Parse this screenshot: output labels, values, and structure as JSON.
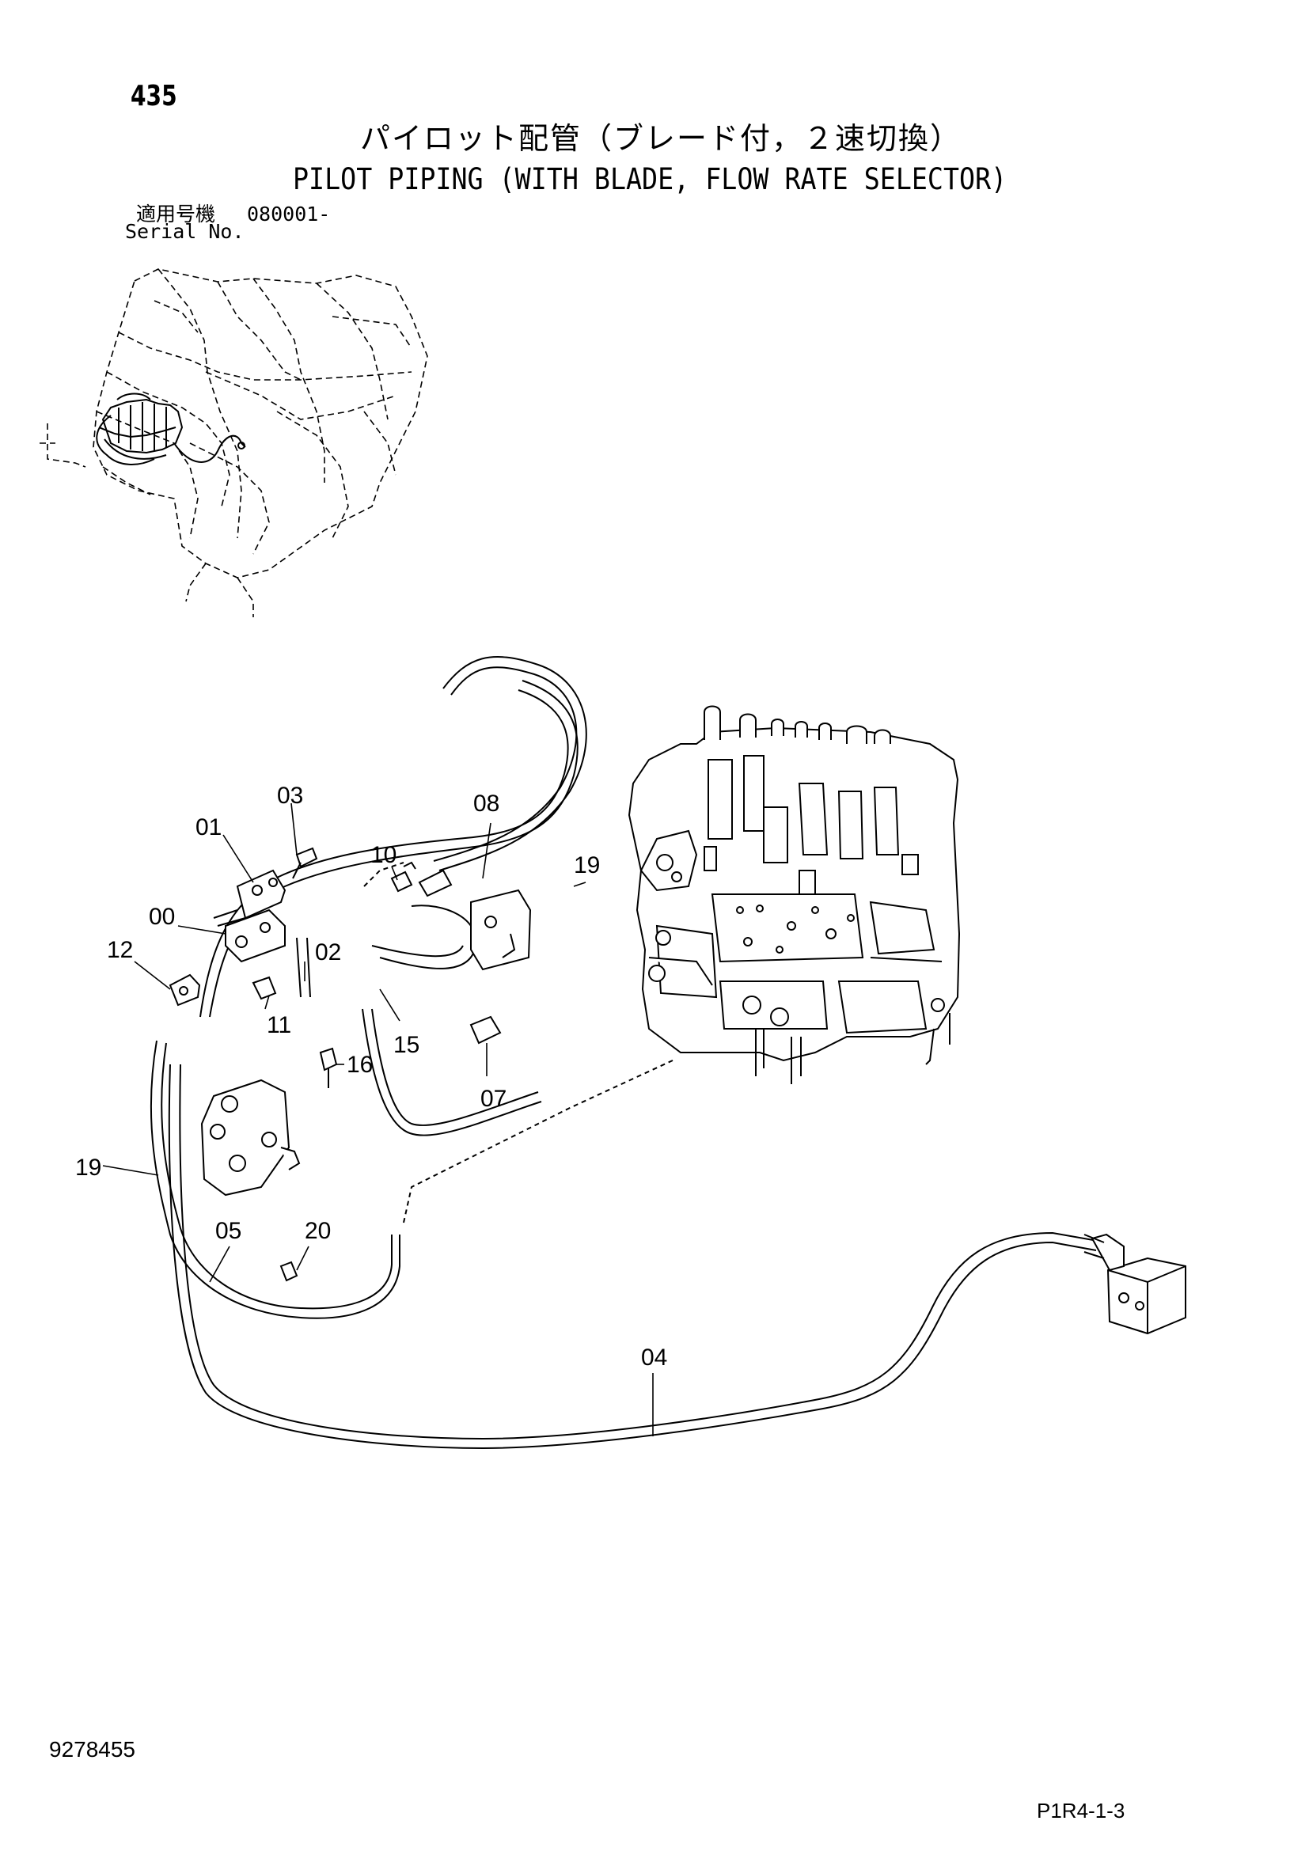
{
  "header": {
    "page_number": "435",
    "title_ja": "パイロット配管（ブレード付，２速切換）",
    "title_en": "PILOT PIPING (WITH BLADE, FLOW RATE SELECTOR)",
    "serial_label_ja": "適用号機",
    "serial_value": "080001-",
    "serial_label_en": "Serial No."
  },
  "callouts": [
    "03",
    "01",
    "08",
    "10",
    "19",
    "00",
    "02",
    "12",
    "11",
    "15",
    "16",
    "07",
    "19",
    "05",
    "20",
    "04"
  ],
  "footer": {
    "doc_number": "9278455",
    "page_code": "P1R4-1-3"
  }
}
